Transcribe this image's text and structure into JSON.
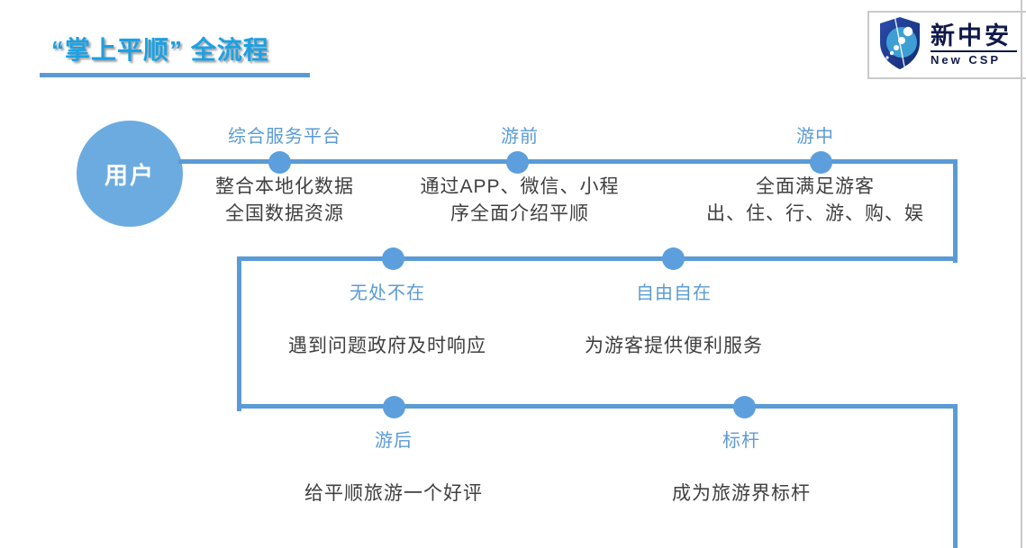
{
  "slide": {
    "title": "“掌上平顺” 全流程",
    "logo": {
      "cn": "新中安",
      "en": "New CSP"
    },
    "user_circle_label": "用户",
    "nodes": [
      {
        "label": "综合服务平台",
        "desc": "整合本地化数据\n全国数据资源"
      },
      {
        "label": "游前",
        "desc": "通过APP、微信、小程\n序全面介绍平顺"
      },
      {
        "label": "游中",
        "desc": "全面满足游客\n出、住、行、游、购、娱"
      },
      {
        "label": "无处不在",
        "desc": "遇到问题政府及时响应"
      },
      {
        "label": "自由自在",
        "desc": "为游客提供便利服务"
      },
      {
        "label": "游后",
        "desc": "给平顺旅游一个好评"
      },
      {
        "label": "标杆",
        "desc": "成为旅游界标杆"
      }
    ],
    "colors": {
      "title_blue": "#1BA1E4",
      "path_blue": "#5B9BD5",
      "dot_blue": "#5C9FDC",
      "circle_blue": "#6CABE0",
      "desc_gray": "#3F3F3F",
      "logo_navy": "#10194a"
    }
  }
}
